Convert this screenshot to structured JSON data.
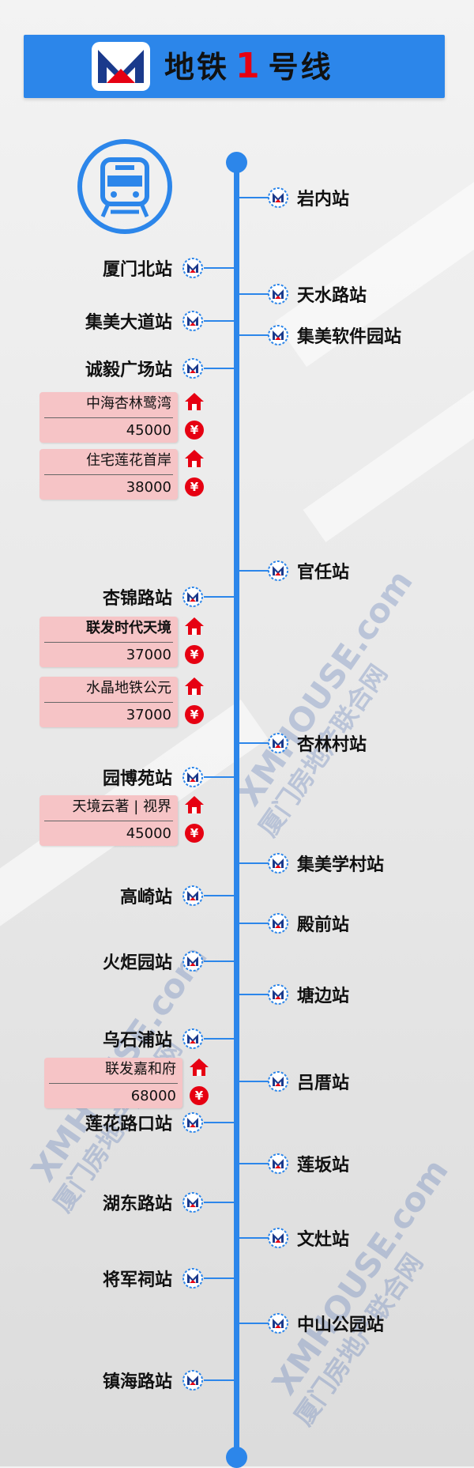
{
  "header": {
    "title_prefix": "地铁",
    "line_number": "1",
    "title_suffix": "号线"
  },
  "stations_right": [
    {
      "name": "岩内站"
    },
    {
      "name": "天水路站"
    },
    {
      "name": "集美软件园站"
    },
    {
      "name": "官任站"
    },
    {
      "name": "杏林村站"
    },
    {
      "name": "集美学村站"
    },
    {
      "name": "殿前站"
    },
    {
      "name": "塘边站"
    },
    {
      "name": "吕厝站"
    },
    {
      "name": "莲坂站"
    },
    {
      "name": "文灶站"
    },
    {
      "name": "中山公园站"
    }
  ],
  "stations_left": [
    {
      "name": "厦门北站"
    },
    {
      "name": "集美大道站"
    },
    {
      "name": "诚毅广场站"
    },
    {
      "name": "杏锦路站"
    },
    {
      "name": "园博苑站"
    },
    {
      "name": "高崎站"
    },
    {
      "name": "火炬园站"
    },
    {
      "name": "乌石浦站"
    },
    {
      "name": "莲花路口站"
    },
    {
      "name": "湖东路站"
    },
    {
      "name": "将军祠站"
    },
    {
      "name": "镇海路站"
    }
  ],
  "properties": [
    {
      "name": "中海杏林鹭湾",
      "price": "45000"
    },
    {
      "name": "住宅莲花首岸",
      "price": "38000"
    },
    {
      "name": "联发时代天境",
      "price": "37000"
    },
    {
      "name": "水晶地铁公元",
      "price": "37000"
    },
    {
      "name": "天境云著 | 视界",
      "price": "45000"
    },
    {
      "name": "联发嘉和府",
      "price": "68000"
    }
  ],
  "icons": {
    "yen_symbol": "¥",
    "logo": "metro-logo-icon",
    "train": "train-icon",
    "station": "metro-station-icon",
    "house": "house-icon",
    "yen": "yen-icon"
  },
  "watermark": {
    "domain": "XMHOUSE.com",
    "brand": "厦门房地产联合网"
  },
  "colors": {
    "line": "#2c86ea",
    "accent_red": "#e60012",
    "card": "#f6c4c6"
  }
}
